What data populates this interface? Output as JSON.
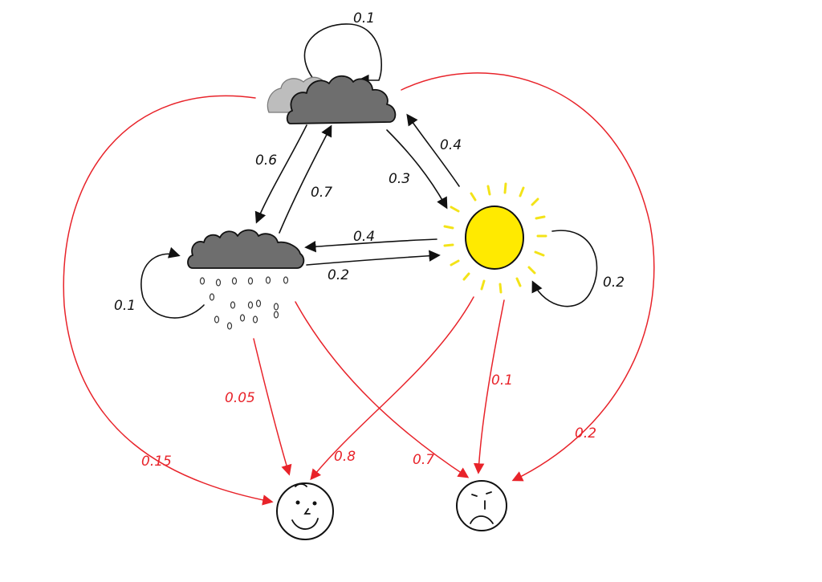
{
  "states": [
    {
      "id": "cloudy",
      "icon": "cloud-icon"
    },
    {
      "id": "rainy",
      "icon": "rain-cloud-icon"
    },
    {
      "id": "sunny",
      "icon": "sun-icon"
    }
  ],
  "observations": [
    {
      "id": "happy",
      "icon": "happy-face-icon"
    },
    {
      "id": "sad",
      "icon": "sad-face-icon"
    }
  ],
  "transitions": [
    {
      "from": "cloudy",
      "to": "cloudy",
      "label": "0.1"
    },
    {
      "from": "cloudy",
      "to": "rainy",
      "label": "0.6"
    },
    {
      "from": "rainy",
      "to": "cloudy",
      "label": "0.7"
    },
    {
      "from": "cloudy",
      "to": "sunny",
      "label": "0.3"
    },
    {
      "from": "sunny",
      "to": "cloudy",
      "label": "0.4"
    },
    {
      "from": "sunny",
      "to": "rainy",
      "label": "0.4"
    },
    {
      "from": "rainy",
      "to": "sunny",
      "label": "0.2"
    },
    {
      "from": "rainy",
      "to": "rainy",
      "label": "0.1"
    },
    {
      "from": "sunny",
      "to": "sunny",
      "label": "0.2"
    }
  ],
  "emissions": [
    {
      "from": "cloudy",
      "to": "happy",
      "label": "0.15"
    },
    {
      "from": "rainy",
      "to": "happy",
      "label": "0.05"
    },
    {
      "from": "sunny",
      "to": "happy",
      "label": "0.8"
    },
    {
      "from": "rainy",
      "to": "sad",
      "label": "0.7"
    },
    {
      "from": "sunny",
      "to": "sad",
      "label": "0.1"
    },
    {
      "from": "cloudy",
      "to": "sad",
      "label": "0.2"
    }
  ],
  "colors": {
    "transition": "#111111",
    "emission": "#e8232a",
    "cloud": "#6e6e6e",
    "cloud_back": "#bdbdbd",
    "sun": "#ffea00",
    "sun_rays": "#f3e318"
  }
}
